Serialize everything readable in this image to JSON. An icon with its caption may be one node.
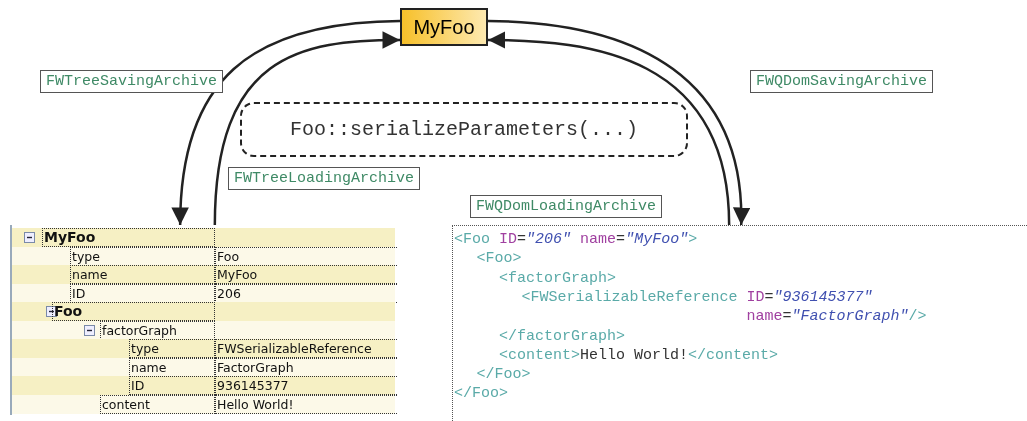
{
  "diagram": {
    "nodes": [
      {
        "text": [
          "MyFoo"
        ]
      },
      {
        "text": [
          "Foo::serializeParameters(...)"
        ]
      },
      {
        "text": [
          "MyFoo",
          "type",
          "Foo",
          "name",
          "MyFoo",
          "ID",
          "206",
          "Foo",
          "factorGraph",
          "type",
          "FWSerializableReference",
          "name",
          "FactorGraph",
          "ID",
          "936145377",
          "content",
          "Hello World!"
        ]
      },
      {
        "text": [
          "<Foo ID=\"206\" name=\"MyFoo\">",
          "<Foo>",
          "<factorGraph>",
          "<FWSerializableReference ID=\"936145377\"",
          "name=\"FactorGraph\"/>",
          "</factorGraph>",
          "<content>Hello World!</content>",
          "</Foo>",
          "</Foo>"
        ]
      }
    ],
    "edges": [
      {
        "from": 0,
        "to": 2,
        "arrow": "to",
        "label": "FWTreeSavingArchive"
      },
      {
        "from": 2,
        "to": 0,
        "arrow": "to",
        "label": "FWTreeLoadingArchive"
      },
      {
        "from": 0,
        "to": 3,
        "arrow": "to",
        "label": "FWQDomSavingArchive"
      },
      {
        "from": 3,
        "to": 0,
        "arrow": "to",
        "label": "FWQDomLoadingArchive"
      }
    ]
  }
}
